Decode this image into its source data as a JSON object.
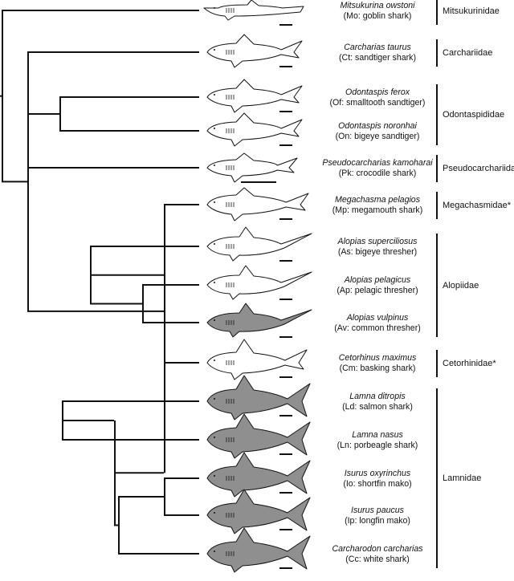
{
  "colors": {
    "line": "#111111",
    "shark_light": "#ffffff",
    "shark_dark": "#8f8f8f"
  },
  "species": [
    {
      "scientific": "Mitsukurina owstoni",
      "common": "(Mo: goblin shark)",
      "shade": "light",
      "shape": "goblin"
    },
    {
      "scientific": "Carcharias taurus",
      "common": "(Ct: sandtiger shark)",
      "shade": "light",
      "shape": "sandtiger"
    },
    {
      "scientific": "Odontaspis ferox",
      "common": "(Of: smalltooth sandtiger)",
      "shade": "light",
      "shape": "sandtiger"
    },
    {
      "scientific": "Odontaspis noronhai",
      "common": "(On: bigeye sandtiger)",
      "shade": "light",
      "shape": "sandtiger"
    },
    {
      "scientific": "Pseudocarcharias kamoharai",
      "common": "(Pk: crocodile shark)",
      "shade": "light",
      "shape": "croc"
    },
    {
      "scientific": "Megachasma pelagios",
      "common": "(Mp: megamouth shark)",
      "shade": "light",
      "shape": "megamouth"
    },
    {
      "scientific": "Alopias superciliosus",
      "common": "(As: bigeye thresher)",
      "shade": "light",
      "shape": "thresher"
    },
    {
      "scientific": "Alopias pelagicus",
      "common": "(Ap: pelagic thresher)",
      "shade": "light",
      "shape": "thresher"
    },
    {
      "scientific": "Alopias vulpinus",
      "common": "(Av: common thresher)",
      "shade": "dark",
      "shape": "thresher"
    },
    {
      "scientific": "Cetorhinus maximus",
      "common": "(Cm: basking shark)",
      "shade": "light",
      "shape": "basking"
    },
    {
      "scientific": "Lamna ditropis",
      "common": "(Ld: salmon shark)",
      "shade": "dark",
      "shape": "lamnid"
    },
    {
      "scientific": "Lamna nasus",
      "common": "(Ln: porbeagle shark)",
      "shade": "dark",
      "shape": "lamnid"
    },
    {
      "scientific": "Isurus oxyrinchus",
      "common": "(Io: shortfin mako)",
      "shade": "dark",
      "shape": "lamnid"
    },
    {
      "scientific": "Isurus paucus",
      "common": "(Ip: longfin mako)",
      "shade": "dark",
      "shape": "lamnid"
    },
    {
      "scientific": "Carcharodon carcharias",
      "common": "(Cc: white shark)",
      "shade": "dark",
      "shape": "lamnid"
    }
  ],
  "families": [
    {
      "name": "Mitsukurinidae",
      "from": 0,
      "to": 0
    },
    {
      "name": "Carchariidae",
      "from": 1,
      "to": 1
    },
    {
      "name": "Odontaspididae",
      "from": 2,
      "to": 3
    },
    {
      "name": "Pseudocarchariidae",
      "from": 4,
      "to": 4
    },
    {
      "name": "Megachasmidae*",
      "from": 5,
      "to": 5
    },
    {
      "name": "Alopiidae",
      "from": 6,
      "to": 8
    },
    {
      "name": "Cetorhinidae*",
      "from": 9,
      "to": 9
    },
    {
      "name": "Lamnidae",
      "from": 10,
      "to": 14
    }
  ],
  "tree": {
    "children": [
      {
        "leaf": 0
      },
      {
        "children": [
          {
            "leaf": 1
          },
          {
            "children": [
              {
                "leaf": 2
              },
              {
                "leaf": 3
              }
            ]
          },
          {
            "leaf": 4
          },
          {
            "children": [
              {
                "leaf": 5
              },
              {
                "children": [
                  {
                    "leaf": 6
                  },
                  {
                    "children": [
                      {
                        "leaf": 7
                      },
                      {
                        "leaf": 8
                      }
                    ]
                  }
                ]
              },
              {
                "children": [
                  {
                    "leaf": 9
                  },
                  {
                    "children": [
                      {
                        "children": [
                          {
                            "leaf": 10
                          },
                          {
                            "leaf": 11
                          }
                        ]
                      },
                      {
                        "children": [
                          {
                            "children": [
                              {
                                "leaf": 12
                              },
                              {
                                "leaf": 13
                              }
                            ]
                          },
                          {
                            "leaf": 14
                          }
                        ]
                      }
                    ]
                  }
                ]
              }
            ]
          }
        ]
      }
    ]
  }
}
